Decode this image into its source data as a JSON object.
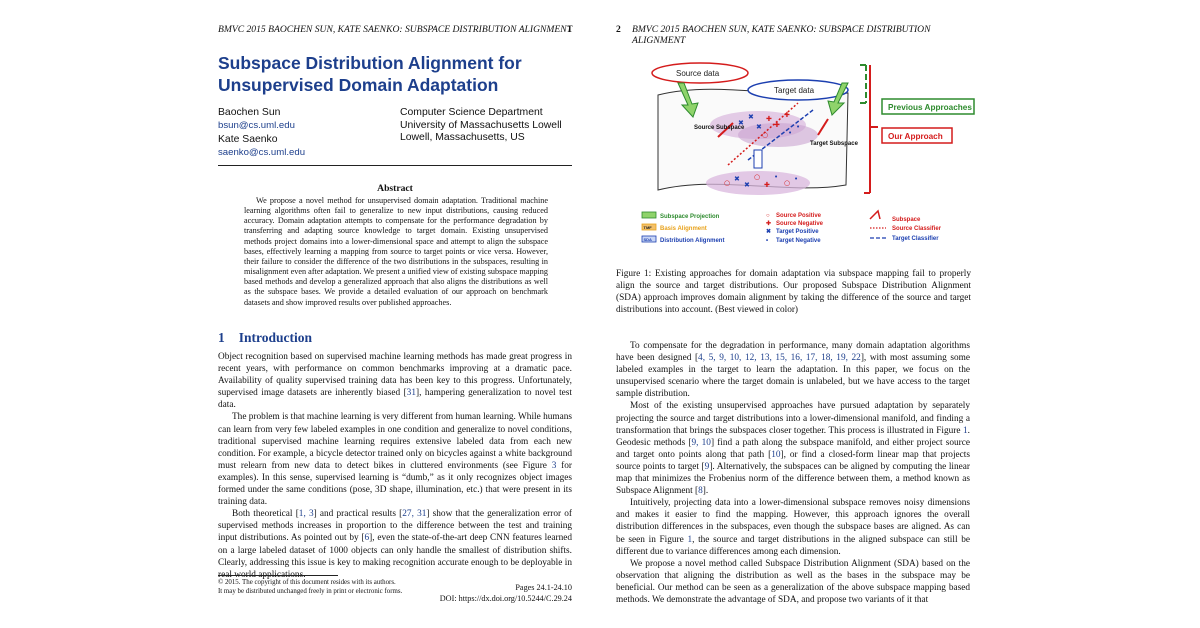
{
  "left_page": {
    "running_head": "BMVC 2015 BAOCHEN SUN, KATE SAENKO:  SUBSPACE DISTRIBUTION ALIGNMENT",
    "page_number": "1",
    "title_line1": "Subspace Distribution Alignment for",
    "title_line2": "Unsupervised Domain Adaptation",
    "author1": "Baochen Sun",
    "email1": "bsun@cs.uml.edu",
    "author2": "Kate Saenko",
    "email2": "saenko@cs.uml.edu",
    "affil_line1": "Computer Science Department",
    "affil_line2": "University of Massachusetts Lowell",
    "affil_line3": "Lowell, Massachusetts, US",
    "abstract_title": "Abstract",
    "abstract": "We propose a novel method for unsupervised domain adaptation.  Traditional machine learning algorithms often fail to generalize to new input distributions, causing reduced accuracy.  Domain adaptation attempts to compensate for the performance degradation by transferring and adapting source knowledge to target domain.  Existing unsupervised methods project domains into a lower-dimensional space and attempt to align the subspace bases, effectively learning a mapping from source to target points or vice versa. However, their failure to consider the difference of the two distributions in the subspaces, resulting in misalignment even after adaptation. We present a unified view of existing subspace mapping based methods and develop a generalized approach that also aligns the distributions as well as the subspace bases.  We provide a detailed evaluation of our approach on benchmark datasets and show improved results over published approaches.",
    "section_number": "1",
    "section_title": "Introduction",
    "para1": "Object recognition based on supervised machine learning methods has made great progress in recent years, with performance on common benchmarks improving at a dramatic pace. Availability of quality supervised training data has been key to this progress. Unfortunately, supervised image datasets are inherently biased [",
    "para1_cite": "31",
    "para1_end": "], hampering generalization to novel test data.",
    "para2": "The problem is that machine learning is very different from human learning.  While humans can learn from very few labeled examples in one condition and generalize to novel conditions, traditional supervised machine learning requires extensive labeled data from each new condition. For example, a bicycle detector trained only on bicycles against a white background must relearn from new data to detect bikes in cluttered environments (see Figure ",
    "para2_cite": "3",
    "para2_end": " for examples). In this sense, supervised learning is “dumb,” as it only recognizes object images formed under the same conditions (pose, 3D shape, illumination, etc.) that were present in its training data.",
    "para3_a": "Both theoretical [",
    "para3_c1": "1, 3",
    "para3_b": "] and practical results [",
    "para3_c2": "27, 31",
    "para3_c": "] show that the generalization error of supervised methods increases in proportion to the difference between the test and training input distributions. As pointed out by [",
    "para3_c3": "6",
    "para3_d": "], even the state-of-the-art deep CNN features learned on a large labeled dataset of 1000 objects can only handle the smallest of distribution shifts. Clearly, addressing this issue is key to making recognition accurate enough to be deployable in real world applications.",
    "footnote_line1": "© 2015. The copyright of this document resides with its authors.",
    "footnote_line2": "It may be distributed unchanged freely in print or electronic forms.",
    "pages": "Pages 24.1-24.10",
    "doi": "DOI: https://dx.doi.org/10.5244/C.29.24"
  },
  "right_page": {
    "page_number": "2",
    "running_head": "BMVC 2015 BAOCHEN SUN, KATE SAENKO:  SUBSPACE DISTRIBUTION ALIGNMENT",
    "figure": {
      "source_data": "Source data",
      "target_data": "Target data",
      "source_subspace": "Source Subspace",
      "target_subspace": "Target Subspace",
      "previous_approaches": "Previous Approaches",
      "our_approach": "Our Approach",
      "legend_subspace_projection": "Subspace Projection",
      "legend_basis_alignment": "Basis Alignment",
      "legend_distribution_alignment": "Distribution Alignment",
      "legend_source_positive": "Source Positive",
      "legend_source_negative": "Source Negative",
      "legend_target_positive": "Target Positive",
      "legend_target_negative": "Target Negative",
      "legend_subspace": "Subspace",
      "legend_source_classifier": "Source Classifier",
      "legend_target_classifier": "Target Classifier",
      "tag_sp": "SP",
      "tag_tmf": "TMF",
      "tag_sda": "SDA",
      "colors": {
        "green": "#2e8b2e",
        "red": "#d41c1c",
        "blue": "#1c3fb0",
        "orange": "#e8a21c",
        "purple": "#b07ab8"
      }
    },
    "caption": "Figure 1: Existing approaches for domain adaptation via subspace mapping fail to properly align the source and target distributions.  Our proposed Subspace Distribution Alignment (SDA) approach improves domain alignment by taking the difference of the source and target distributions into account. (Best viewed in color)",
    "para1_a": "To compensate for the degradation in performance, many domain adaptation algorithms have been designed [",
    "para1_cites": "4, 5, 9, 10, 12, 13, 15, 16, 17, 18, 19, 22",
    "para1_b": "], with most assuming some labeled examples in the target to learn the adaptation. In this paper, we focus on the unsupervised scenario where the target domain is unlabeled, but we have access to the target sample distribution.",
    "para2_a": "Most of the existing unsupervised approaches have pursued adaptation by separately projecting the source and target distributions into a lower-dimensional manifold, and finding a transformation that brings the subspaces closer together.  This process is illustrated in Figure ",
    "para2_c1": "1",
    "para2_b": ". Geodesic methods [",
    "para2_c2": "9, 10",
    "para2_c": "] find a path along the subspace manifold, and either project source and target onto points along that path [",
    "para2_c3": "10",
    "para2_d": "], or find a closed-form linear map that projects source points to target [",
    "para2_c4": "9",
    "para2_e": "]. Alternatively, the subspaces can be aligned by computing the linear map that minimizes the Frobenius norm of the difference between them, a method known as Subspace Alignment [",
    "para2_c5": "8",
    "para2_f": "].",
    "para3_a": "Intuitively, projecting data into a lower-dimensional subspace removes noisy dimensions and makes it easier to find the mapping. However, this approach ignores the overall distribution differences in the subspaces, even though the subspace bases are aligned. As can be seen in Figure ",
    "para3_c1": "1",
    "para3_b": ", the source and target distributions in the aligned subspace can still be different due to variance differences among each dimension.",
    "para4": "We propose a novel method called Subspace Distribution Alignment (SDA) based on the observation that aligning the distribution as well as the bases in the subspace may be beneficial.  Our method can be seen as a generalization of the above subspace mapping based methods.  We demonstrate the advantage of SDA, and propose two variants of it that"
  }
}
